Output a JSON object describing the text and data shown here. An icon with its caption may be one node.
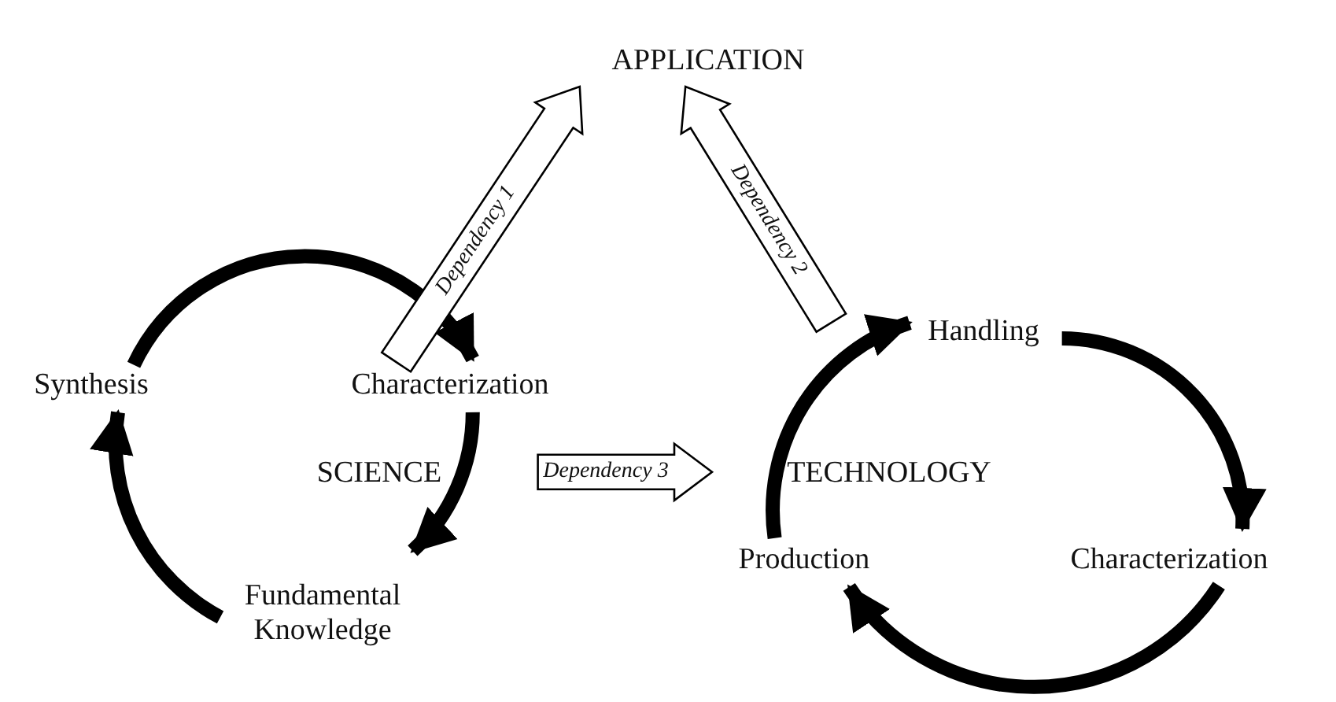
{
  "diagram": {
    "nodes": [
      {
        "text": [
          "APPLICATION"
        ]
      },
      {
        "text": [
          "Synthesis"
        ]
      },
      {
        "text": [
          "Characterization"
        ]
      },
      {
        "text": [
          "SCIENCE"
        ]
      },
      {
        "text": [
          "Fundamental Knowledge"
        ]
      },
      {
        "text": [
          "Handling"
        ]
      },
      {
        "text": [
          "TECHNOLOGY"
        ]
      },
      {
        "text": [
          "Production"
        ]
      },
      {
        "text": [
          "Characterization"
        ]
      }
    ],
    "edges": [
      {
        "from": 1,
        "to": 2,
        "arrow": "to"
      },
      {
        "from": 2,
        "to": 4,
        "arrow": "to"
      },
      {
        "from": 4,
        "to": 1,
        "arrow": "to"
      },
      {
        "from": 5,
        "to": 8,
        "arrow": "to"
      },
      {
        "from": 8,
        "to": 7,
        "arrow": "to"
      },
      {
        "from": 7,
        "to": 5,
        "arrow": "to"
      },
      {
        "from": 2,
        "to": 0,
        "arrow": "to",
        "label": "Dependency 1"
      },
      {
        "from": 5,
        "to": 0,
        "arrow": "to",
        "label": "Dependency 2"
      },
      {
        "from": 3,
        "to": 6,
        "arrow": "to",
        "label": "Dependency 3"
      }
    ]
  }
}
